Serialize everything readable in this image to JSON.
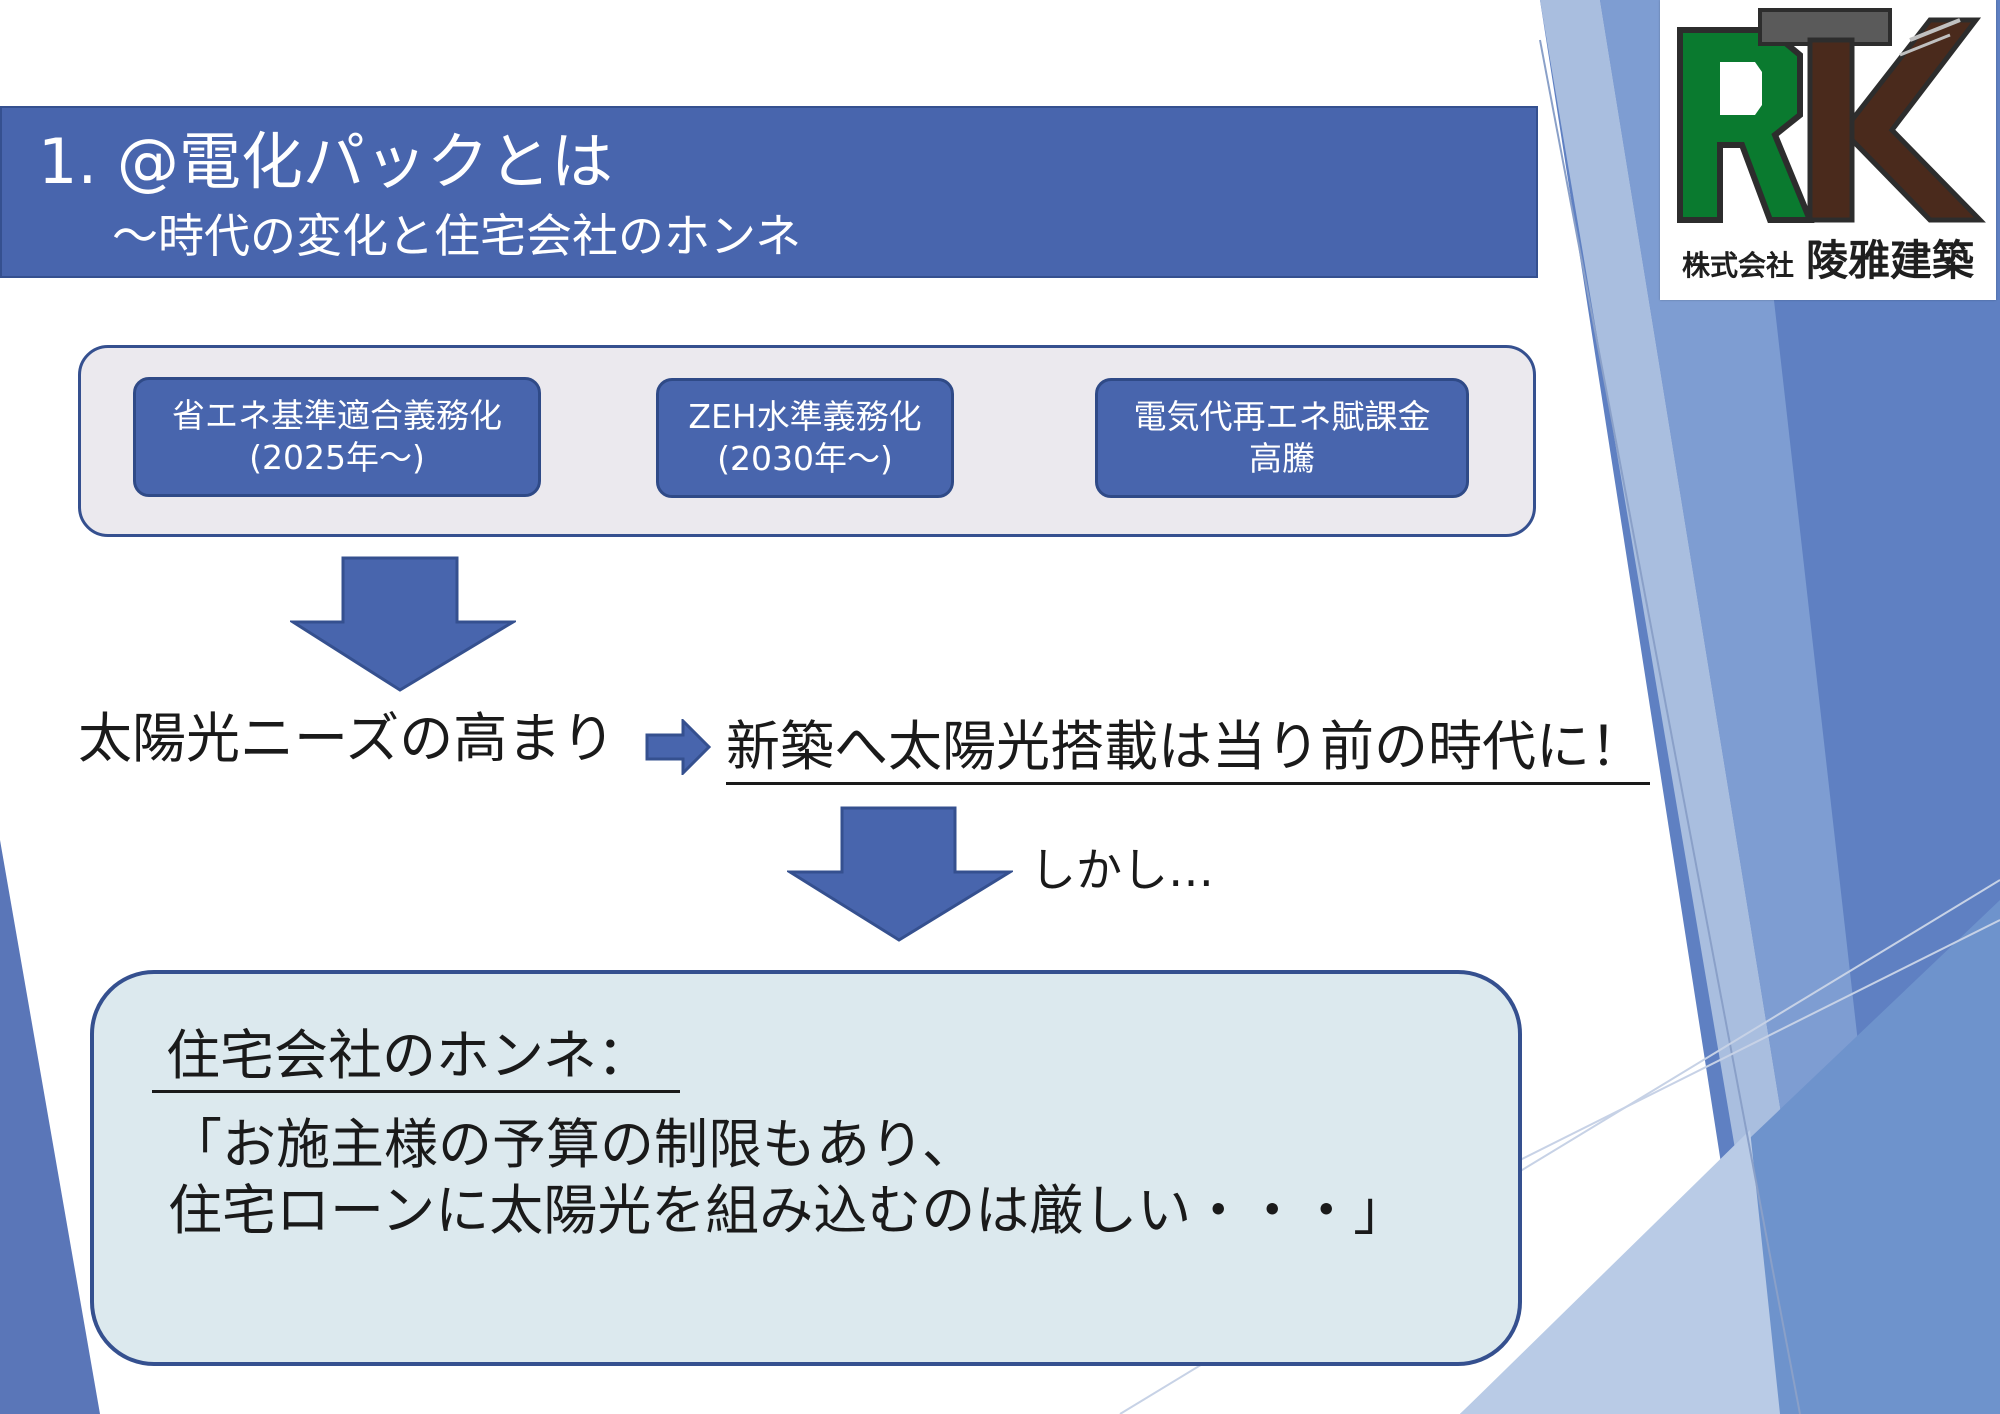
{
  "title": {
    "main": "1. @電化パックとは",
    "sub": "～時代の変化と住宅会社のホンネ"
  },
  "regulations": [
    {
      "line1": "省エネ基準適合義務化",
      "line2": "(2025年～)"
    },
    {
      "line1": "ZEH水準義務化",
      "line2": "(2030年～)"
    },
    {
      "line1": "電気代再エネ賦課金",
      "line2": "高騰"
    }
  ],
  "flow": {
    "needs": "太陽光ニーズの高まり",
    "conclusion": "新築へ太陽光搭載は当り前の時代に！",
    "however": "しかし…"
  },
  "honne": {
    "title": "住宅会社のホンネ：",
    "quote_line1": "「お施主様の予算の制限もあり、",
    "quote_line2": "住宅ローンに太陽光を組み込むのは厳しい・・・」"
  },
  "logo": {
    "company_type": "株式会社",
    "company_name": "陵雅建築"
  },
  "colors": {
    "primary_blue": "#4865ad",
    "dark_blue": "#35508f",
    "panel_gray": "#ebe9ee",
    "box_light_blue": "#dce9ee",
    "logo_green": "#0a7a2f",
    "logo_brown": "#4a2a1c"
  }
}
